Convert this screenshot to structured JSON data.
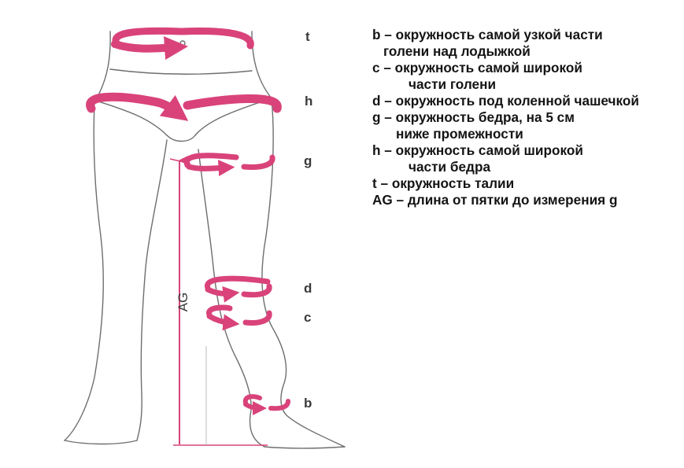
{
  "labels": {
    "t": "t",
    "h": "h",
    "g": "g",
    "d": "d",
    "c": "c",
    "b": "b",
    "ag": "AG"
  },
  "legend": [
    {
      "key": "b",
      "line1": "b – окружность самой узкой части",
      "line2": "голени над лодыжкой"
    },
    {
      "key": "c",
      "line1": "с – окружность самой широкой",
      "line2": "части голени"
    },
    {
      "key": "d",
      "line1": "d – окружность под коленной чашечкой",
      "line2": ""
    },
    {
      "key": "g",
      "line1": "g – окружность бедра, на 5 см",
      "line2": "ниже промежности"
    },
    {
      "key": "h",
      "line1": "h – окружность самой широкой",
      "line2": "части бедра"
    },
    {
      "key": "t",
      "line1": "t – окружность талии",
      "line2": ""
    },
    {
      "key": "ag",
      "line1": "AG – длина от пятки до измерения g",
      "line2": ""
    }
  ],
  "colors": {
    "accent": "#d9437a",
    "outline": "#6e6e6e",
    "text": "#141414",
    "letters": "#3a3a3a"
  }
}
